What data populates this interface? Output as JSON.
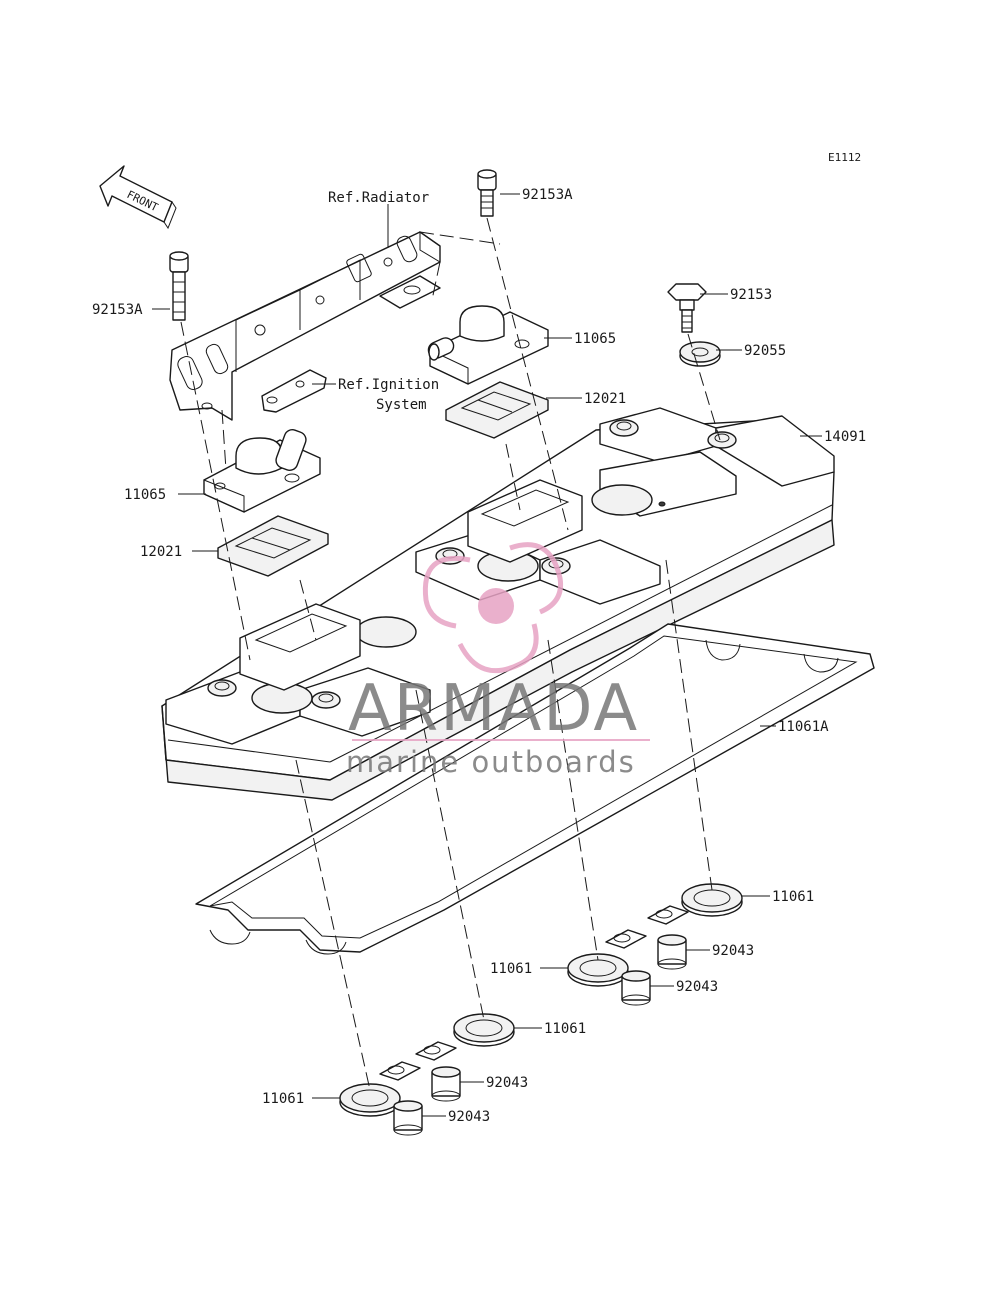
{
  "diagram_code": "E1112",
  "front_label": "FRONT",
  "watermark": {
    "brand": "ARMADA",
    "tagline": "marine outboards",
    "accent_color": "#e7a3c4",
    "text_color": "#777777"
  },
  "callouts": {
    "ref_radiator": "Ref.Radiator",
    "bolt_top": "92153A",
    "bolt_left": "92153A",
    "bolt_right": "92153",
    "washer_right": "92055",
    "cover_right": "11065",
    "gasket_right": "12021",
    "ref_ignition_1": "Ref.Ignition",
    "ref_ignition_2": "System",
    "head_cover": "14091",
    "cover_left": "11065",
    "gasket_left": "12021",
    "cover_gasket": "11061A",
    "plug_gasket_1": "11061",
    "plug_gasket_2": "11061",
    "plug_gasket_3": "11061",
    "plug_gasket_4": "11061",
    "dowel_1": "92043",
    "dowel_2": "92043",
    "dowel_3": "92043",
    "dowel_4": "92043"
  }
}
